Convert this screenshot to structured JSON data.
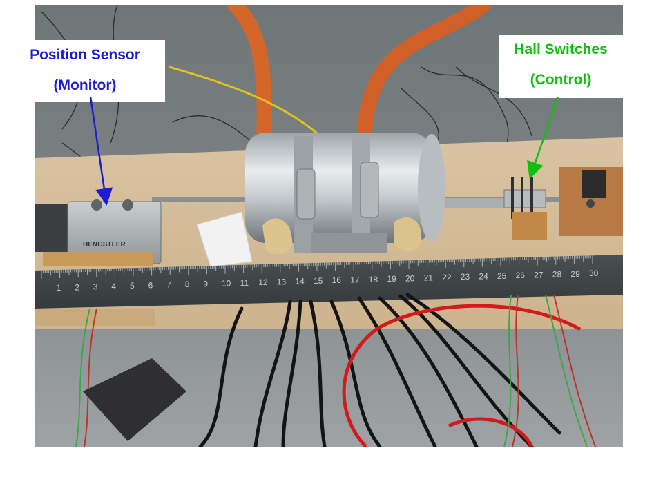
{
  "labels": {
    "position_sensor": {
      "line1": "Position Sensor",
      "line2": "(Monitor)",
      "color": "#1c1cd6"
    },
    "hall_switches": {
      "line1": "Hall Switches",
      "line2": "(Control)",
      "color": "#10c010"
    }
  },
  "photo": {
    "ruler_numbers": [
      "1",
      "2",
      "3",
      "4",
      "5",
      "6",
      "7",
      "8",
      "9",
      "10",
      "11",
      "12",
      "13",
      "14",
      "15",
      "16",
      "17",
      "18",
      "19",
      "20",
      "21",
      "22",
      "23",
      "24",
      "25",
      "26",
      "27",
      "28",
      "29",
      "30"
    ],
    "sensor_brand": "HENGSTLER"
  }
}
